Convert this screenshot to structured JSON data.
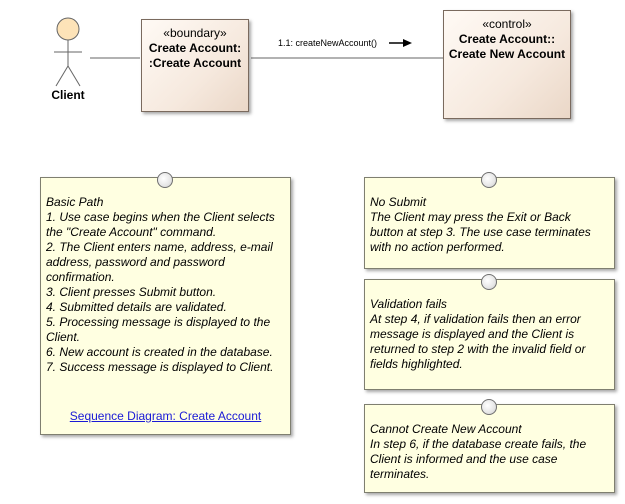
{
  "actor": {
    "label": "Client",
    "icon": "stick-figure-actor-icon",
    "head_color": "#fde3b8"
  },
  "boundary": {
    "stereotype": "«boundary»",
    "name_line1": "Create Account:",
    "name_line2": ":Create Account"
  },
  "control": {
    "stereotype": "«control»",
    "name_line1": "Create Account::",
    "name_line2": "Create New Account"
  },
  "message": {
    "label": "1.1: createNewAccount()",
    "arrow_icon": "right-arrow-icon"
  },
  "notes": {
    "basic_path": {
      "lines": [
        "Basic Path",
        "1. Use case begins when the Client selects",
        "the \"Create Account\" command.",
        "2. The Client enters name, address, e-mail",
        "address, password and password",
        "confirmation.",
        "3. Client presses Submit button.",
        "4. Submitted details are validated.",
        "5. Processing message is displayed to the",
        "Client.",
        "6. New account is created in the database.",
        "7. Success message is displayed to Client."
      ],
      "link": "Sequence Diagram: Create Account"
    },
    "no_submit": {
      "lines": [
        "No Submit",
        "The Client may press the Exit or Back",
        "button at step 3. The use case terminates",
        "with no action performed."
      ]
    },
    "validation_fails": {
      "lines": [
        "Validation fails",
        "At step 4, if validation fails then an error",
        "message is displayed and the Client is",
        "returned to step 2 with the invalid field or",
        "fields highlighted."
      ]
    },
    "cannot_create": {
      "lines": [
        "Cannot Create New Account",
        "In step 6, if the database create fails, the",
        "Client is informed and the use case",
        "terminates."
      ]
    }
  },
  "colors": {
    "note_fill": "#ffffe1",
    "class_fill": "#f6e9de",
    "link": "#1a1ad6"
  }
}
